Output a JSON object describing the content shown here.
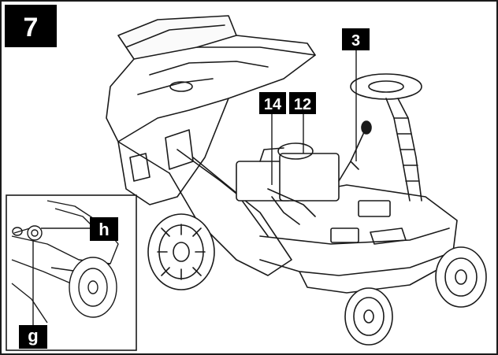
{
  "figure": {
    "step_number": "7",
    "callouts": {
      "seat_lever": "3",
      "engine_part_left": "14",
      "engine_part_right": "12",
      "inset_h": "h",
      "inset_g": "g"
    }
  },
  "colors": {
    "line": "#1a1a1a",
    "label_bg": "#000000",
    "label_text": "#ffffff",
    "background": "#ffffff"
  }
}
